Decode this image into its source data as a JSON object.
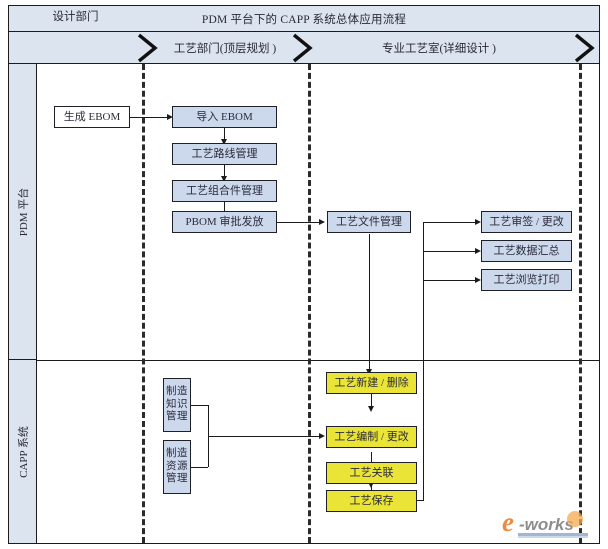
{
  "diagram": {
    "title": "PDM 平台下的 CAPP 系统总体应用流程",
    "lanes": [
      {
        "id": "design",
        "label": "设计部门"
      },
      {
        "id": "process-dept",
        "label": "工艺部门(顶层规划 )"
      },
      {
        "id": "process-room",
        "label": "专业工艺室(详细设计 )"
      }
    ],
    "categories": [
      {
        "id": "pdm",
        "label": "PDM 平台"
      },
      {
        "id": "capp",
        "label": "CAPP 系统"
      }
    ],
    "nodes": [
      {
        "id": "gen-ebom",
        "label": "生成 EBOM",
        "style": "white"
      },
      {
        "id": "import-ebom",
        "label": "导入 EBOM",
        "style": "blue"
      },
      {
        "id": "route-mgmt",
        "label": "工艺路线管理",
        "style": "blue"
      },
      {
        "id": "assembly-mgmt",
        "label": "工艺组合件管理",
        "style": "blue"
      },
      {
        "id": "pbom-approve",
        "label": "PBOM 审批发放",
        "style": "blue"
      },
      {
        "id": "doc-mgmt",
        "label": "工艺文件管理",
        "style": "blue"
      },
      {
        "id": "sign-change",
        "label": "工艺审签 / 更改",
        "style": "blue"
      },
      {
        "id": "data-summary",
        "label": "工艺数据汇总",
        "style": "blue"
      },
      {
        "id": "browse-print",
        "label": "工艺浏览打印",
        "style": "blue"
      },
      {
        "id": "knowledge-mgmt",
        "label": "制造\n知识\n管理",
        "style": "blue-tall",
        "lines": [
          "制造",
          "知识",
          "管理"
        ]
      },
      {
        "id": "resource-mgmt",
        "label": "制造\n资源\n管理",
        "style": "blue-tall",
        "lines": [
          "制造",
          "资源",
          "管理"
        ]
      },
      {
        "id": "create-delete",
        "label": "工艺新建 / 删除",
        "style": "yellow"
      },
      {
        "id": "edit-change",
        "label": "工艺编制 / 更改",
        "style": "yellow"
      },
      {
        "id": "relate",
        "label": "工艺关联",
        "style": "yellow"
      },
      {
        "id": "save",
        "label": "工艺保存",
        "style": "yellow"
      }
    ],
    "logo": {
      "text_e": "e",
      "text_works": "-works"
    },
    "colors": {
      "band": "#dbe4ef",
      "box_blue": "#ccd9ec",
      "box_yellow": "#e9e436",
      "box_white": "#ffffff",
      "outline": "#1f1f28",
      "text": "#2b2b3a",
      "logo_orange": "#ef8a3c",
      "logo_gray": "#8d8d8d"
    }
  }
}
